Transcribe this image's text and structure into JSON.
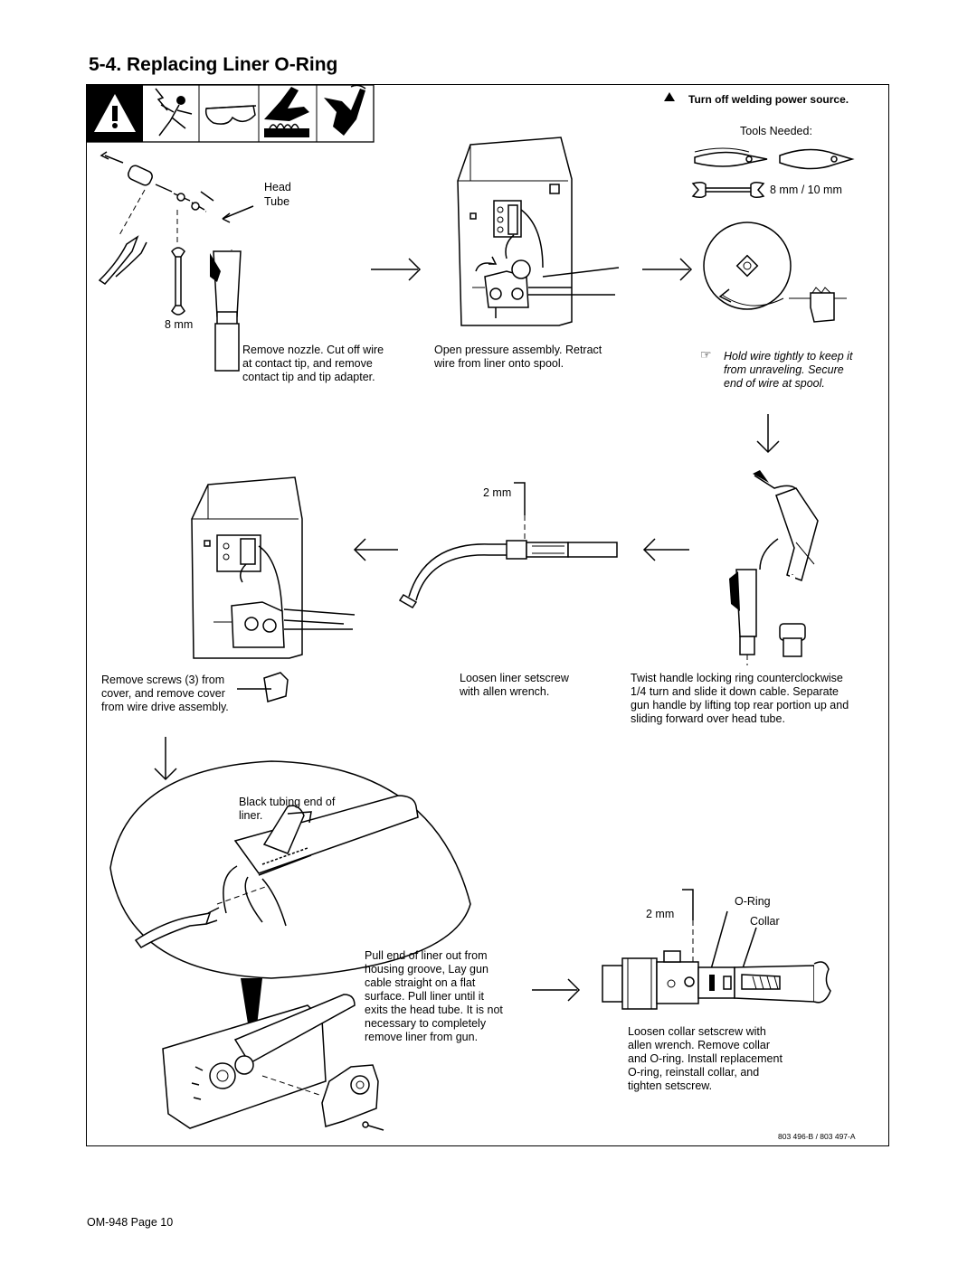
{
  "page": {
    "section_title": "5-4.   Replacing Liner O-Ring",
    "footer": "OM-948 Page 10",
    "part_numbers": "803 496-B / 803 497-A"
  },
  "header": {
    "power_warning": "Turn off welding power source.",
    "tools_needed": "Tools Needed:",
    "wrench_sizes": "8 mm / 10 mm"
  },
  "icons": [
    "warning-triangle-icon",
    "electric-shock-icon",
    "safety-glasses-icon",
    "hot-parts-icon",
    "moving-parts-icon"
  ],
  "labels": {
    "head": "Head",
    "tube": "Tube",
    "wrench_8mm": "8 mm",
    "allen_2mm_top": "2 mm",
    "allen_2mm_bottom": "2 mm",
    "oring": "O-Ring",
    "collar": "Collar",
    "black_tubing_line1": "Black tubing end of",
    "black_tubing_line2": "liner."
  },
  "steps": {
    "remove_nozzle": [
      "Remove nozzle. Cut off wire",
      "at contact tip, and remove",
      "contact tip and tip adapter."
    ],
    "open_pressure": [
      "Open pressure assembly. Retract",
      "wire from liner onto spool."
    ],
    "hold_wire": [
      "Hold wire tightly to keep it",
      "from unraveling. Secure",
      "end of wire at spool."
    ],
    "remove_screws": [
      "Remove screws (3) from",
      "cover, and remove cover",
      "from wire drive assembly."
    ],
    "loosen_liner": [
      "Loosen liner setscrew",
      "with allen wrench."
    ],
    "twist_handle": [
      "Twist handle locking ring counterclockwise",
      "1/4 turn and slide it down cable. Separate",
      "gun handle by lifting top rear portion up and",
      "sliding forward over head tube."
    ],
    "pull_liner": [
      "Pull end of liner out from",
      "housing groove, Lay gun",
      "cable straight on a flat",
      "surface. Pull liner until it",
      "exits the head tube. It is not",
      "necessary to completely",
      "remove liner from gun."
    ],
    "loosen_collar": [
      "Loosen collar setscrew with",
      "allen wrench. Remove collar",
      "and O-ring. Install replacement",
      "O-ring, reinstall collar, and",
      "tighten setscrew."
    ]
  }
}
